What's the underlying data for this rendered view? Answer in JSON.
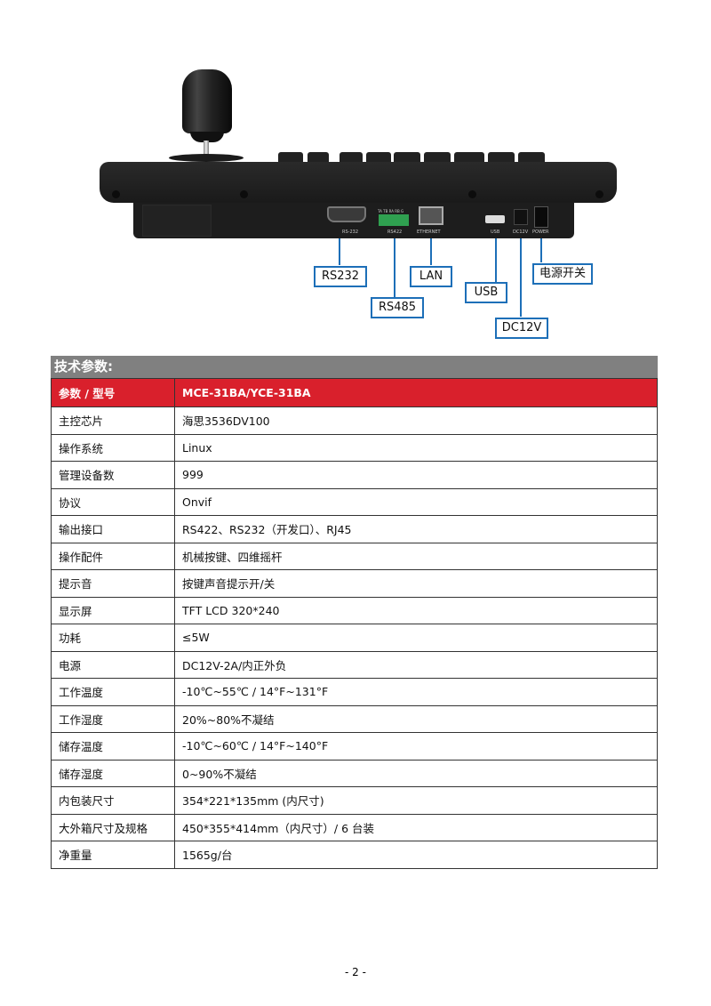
{
  "image": {
    "ports": {
      "rs232": "RS-232",
      "rs422": "RS422",
      "rs422_pins": "TA TB RA RB G",
      "ethernet": "ETHERNET",
      "usb": "USB",
      "dc": "DC12V",
      "power": "POWER"
    },
    "callouts": {
      "rs232": "RS232",
      "rs485": "RS485",
      "lan": "LAN",
      "usb": "USB",
      "dc12v": "DC12V",
      "power": "电源开关"
    }
  },
  "section_title": "技术参数:",
  "table": {
    "header": [
      "参数 / 型号",
      "MCE-31BA/YCE-31BA"
    ],
    "rows": [
      [
        "主控芯片",
        "海思3536DV100"
      ],
      [
        "操作系统",
        "Linux"
      ],
      [
        "管理设备数",
        "999"
      ],
      [
        "协议",
        "Onvif"
      ],
      [
        "输出接口",
        "RS422、RS232（开发口）、RJ45"
      ],
      [
        "操作配件",
        "机械按键、四维摇杆"
      ],
      [
        "提示音",
        "按键声音提示开/关"
      ],
      [
        "显示屏",
        "TFT LCD 320*240"
      ],
      [
        "功耗",
        "≤5W"
      ],
      [
        "电源",
        "DC12V-2A/内正外负"
      ],
      [
        "工作温度",
        "-10℃~55℃   /   14°F~131°F"
      ],
      [
        "工作湿度",
        "20%~80%不凝结"
      ],
      [
        "储存温度",
        "-10℃~60℃   /   14°F~140°F"
      ],
      [
        "储存湿度",
        "0~90%不凝结"
      ],
      [
        "内包装尺寸",
        "354*221*135mm (内尺寸)"
      ],
      [
        "大外箱尺寸及规格",
        "450*355*414mm（内尺寸）/ 6 台装"
      ],
      [
        "净重量",
        "1565g/台"
      ]
    ]
  },
  "colors": {
    "header_red": "#d9202c",
    "section_gray": "#808080",
    "callout_blue": "#1d6fb8"
  },
  "page_number": "- 2 -"
}
